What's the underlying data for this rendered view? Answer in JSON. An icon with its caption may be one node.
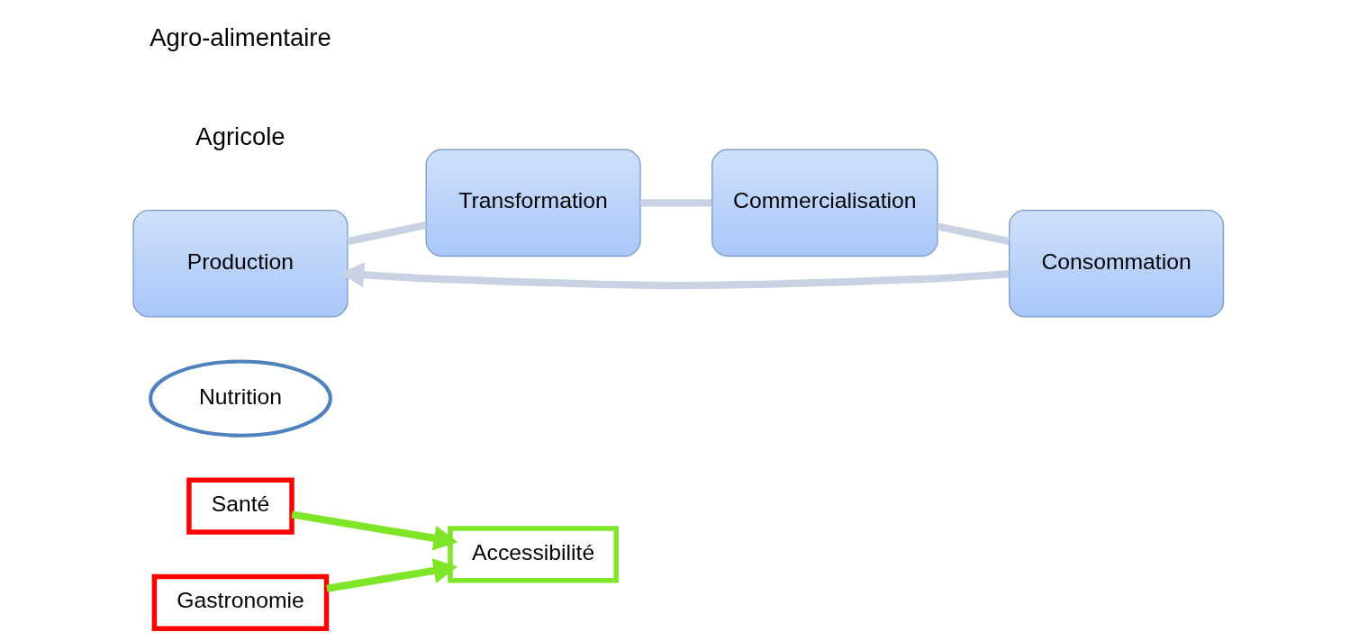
{
  "diagram": {
    "nodes": [
      {
        "text": [
          "Santé"
        ]
      },
      {
        "text": [
          "Accessibilité"
        ]
      },
      {
        "text": [
          "Nutrition"
        ]
      },
      {
        "text": [
          "Gastronomie"
        ]
      },
      {
        "text": [
          "Production"
        ]
      },
      {
        "text": [
          "Transformation"
        ]
      },
      {
        "text": [
          "Commercialisation"
        ]
      },
      {
        "text": [
          "Consommation"
        ]
      }
    ],
    "edges": [
      {
        "from": 4,
        "to": 5,
        "arrow": "none"
      },
      {
        "from": 5,
        "to": 6,
        "arrow": "none"
      },
      {
        "from": 6,
        "to": 7,
        "arrow": "none"
      },
      {
        "from": 7,
        "to": 4,
        "arrow": "to"
      },
      {
        "from": 0,
        "to": 1,
        "arrow": "to",
        "color": "#7ee626"
      },
      {
        "from": 3,
        "to": 1,
        "arrow": "to",
        "color": "#7ee626"
      }
    ],
    "labels": [
      "Agricole",
      "Agro-alimentaire"
    ]
  }
}
